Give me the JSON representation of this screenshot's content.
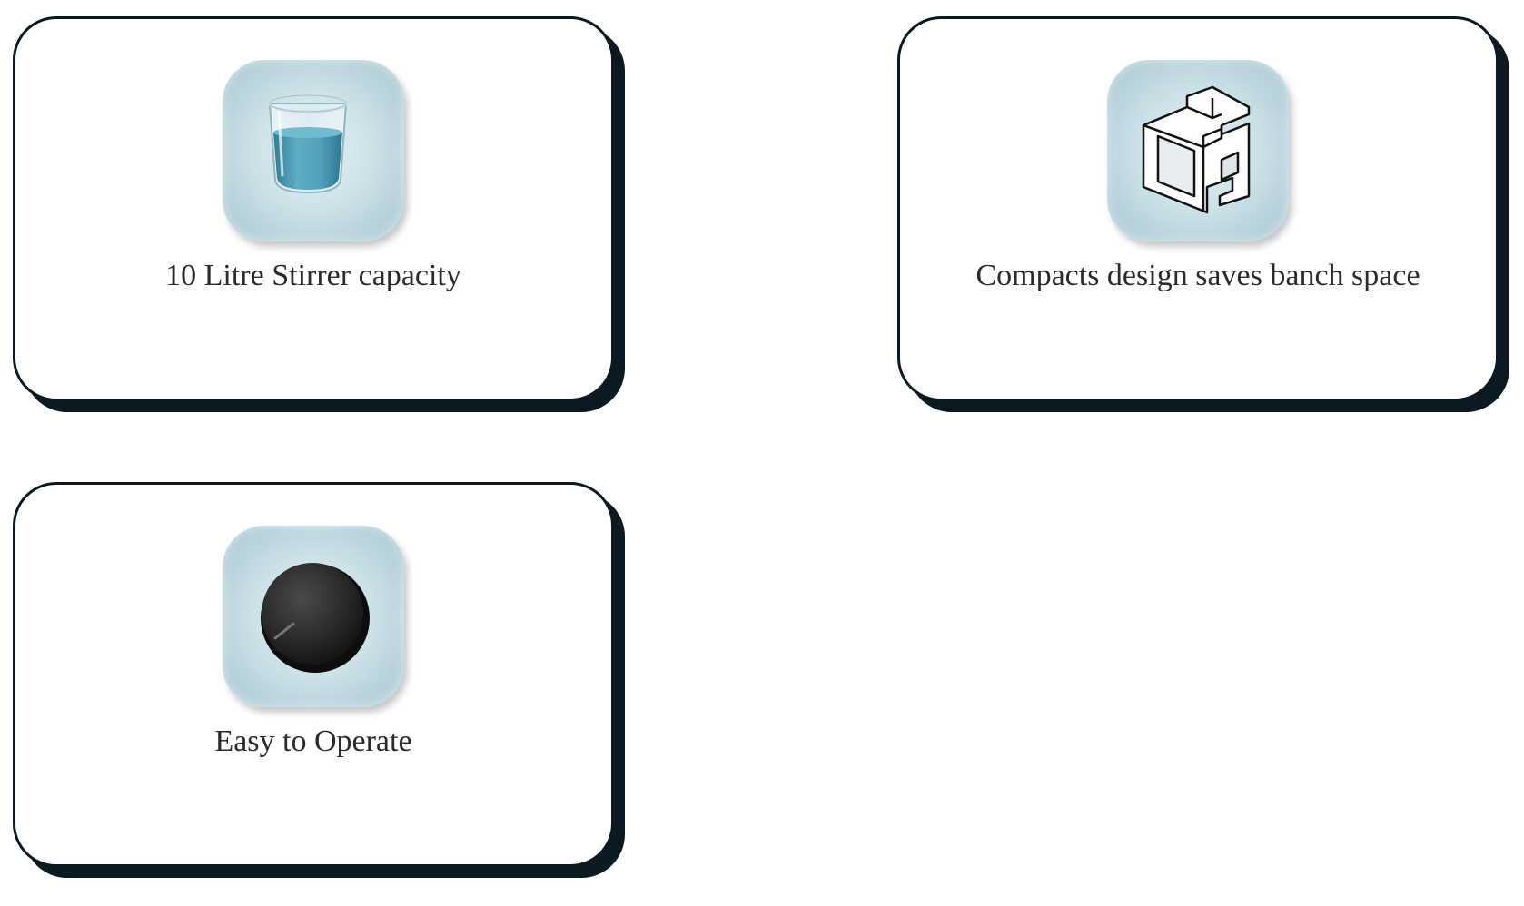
{
  "features": [
    {
      "label": "10 Litre Stirrer capacity",
      "icon": "beaker-icon"
    },
    {
      "label": "Compacts design saves banch space",
      "icon": "compact-cube-icon"
    },
    {
      "label": "Easy to Operate",
      "icon": "control-knob-icon"
    }
  ],
  "colors": {
    "card_border": "#0b1a22",
    "tile": "#c7dde4",
    "liquid": "#3f93ab",
    "text": "#2b2b2b"
  }
}
